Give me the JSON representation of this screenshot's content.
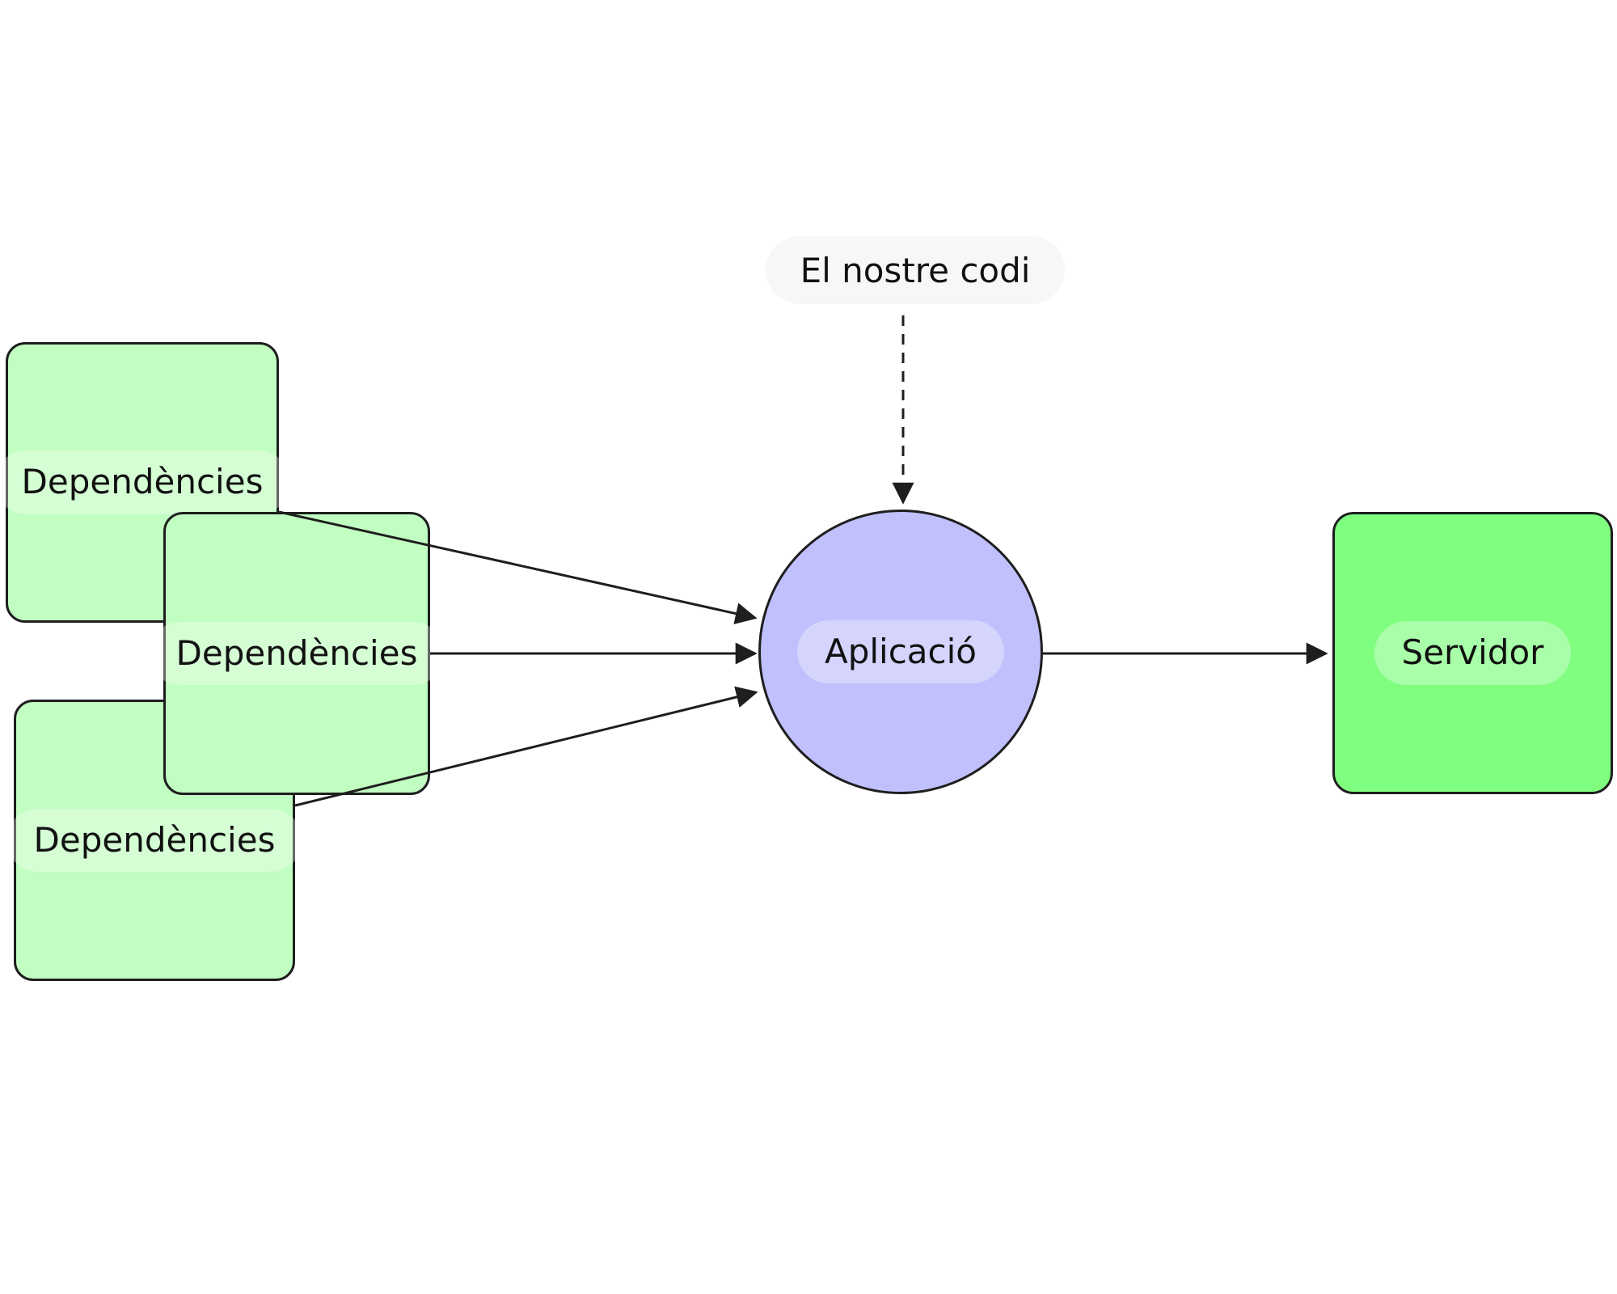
{
  "diagram": {
    "note": {
      "label": "El nostre codi"
    },
    "nodes": {
      "dep1": {
        "label": "Dependències",
        "type": "dependency"
      },
      "dep2": {
        "label": "Dependències",
        "type": "dependency"
      },
      "dep3": {
        "label": "Dependències",
        "type": "dependency"
      },
      "app": {
        "label": "Aplicació",
        "type": "application"
      },
      "server": {
        "label": "Servidor",
        "type": "server"
      }
    },
    "edges": [
      {
        "from": "dep1",
        "to": "app",
        "style": "solid-arrow"
      },
      {
        "from": "dep2",
        "to": "app",
        "style": "solid-arrow"
      },
      {
        "from": "dep3",
        "to": "app",
        "style": "solid-arrow"
      },
      {
        "from": "note",
        "to": "app",
        "style": "dashed-arrow"
      },
      {
        "from": "app",
        "to": "server",
        "style": "solid-arrow"
      }
    ],
    "colors": {
      "dependency-fill": "#c1fec1",
      "app-fill": "#c0c0fd",
      "server-fill": "#80fe80",
      "stroke": "#1e1e1e",
      "note-bg": "#f7f7f7",
      "text": "#111111"
    }
  }
}
